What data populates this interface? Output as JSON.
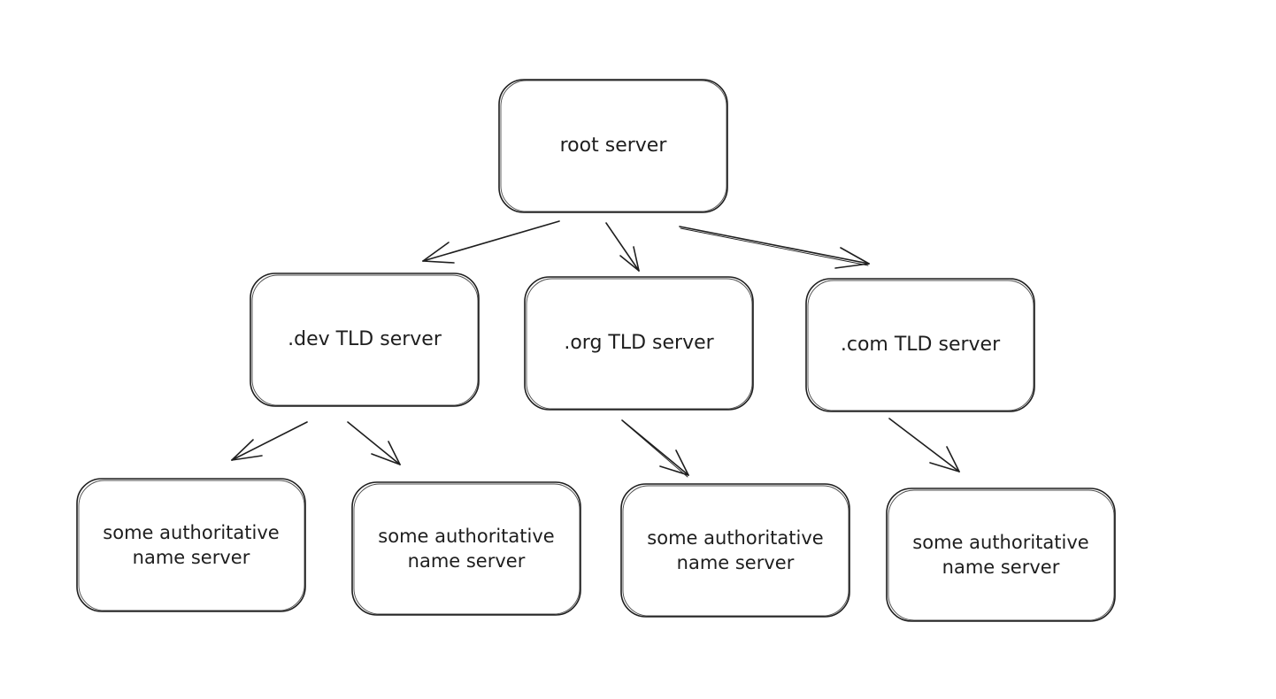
{
  "nodes": {
    "root": "root server",
    "tld_dev": ".dev TLD server",
    "tld_org": ".org TLD server",
    "tld_com": ".com TLD server",
    "auth_1": "some authoritative\nname server",
    "auth_2": "some authoritative\nname server",
    "auth_3": "some authoritative\nname server",
    "auth_4": "some authoritative\nname server"
  },
  "edges": [
    {
      "from": "root",
      "to": "tld_dev"
    },
    {
      "from": "root",
      "to": "tld_org"
    },
    {
      "from": "root",
      "to": "tld_com"
    },
    {
      "from": "tld_dev",
      "to": "auth_1"
    },
    {
      "from": "tld_dev",
      "to": "auth_2"
    },
    {
      "from": "tld_org",
      "to": "auth_3"
    },
    {
      "from": "tld_com",
      "to": "auth_4"
    }
  ],
  "colors": {
    "stroke": "#1e1e1e",
    "background": "#ffffff"
  }
}
